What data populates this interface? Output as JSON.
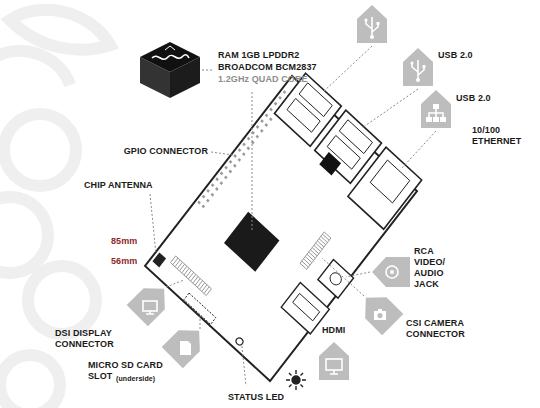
{
  "diagram": {
    "labels": [
      "RAM 1GB LPDDR2",
      "BROADCOM BCM2837",
      "1.2GHz QUAD CORE",
      "USB 2.0",
      "USB 2.0",
      "GPIO CONNECTOR",
      "10/100 ETHERNET",
      "CHIP ANTENNA",
      "85mm",
      "56mm",
      "RCA VIDEO/ AUDIO JACK",
      "HDMI",
      "CSI CAMERA CONNECTOR",
      "DSI DISPLAY CONNECTOR",
      "MICRO SD CARD SLOT",
      "(underside)",
      "STATUS LED"
    ]
  }
}
